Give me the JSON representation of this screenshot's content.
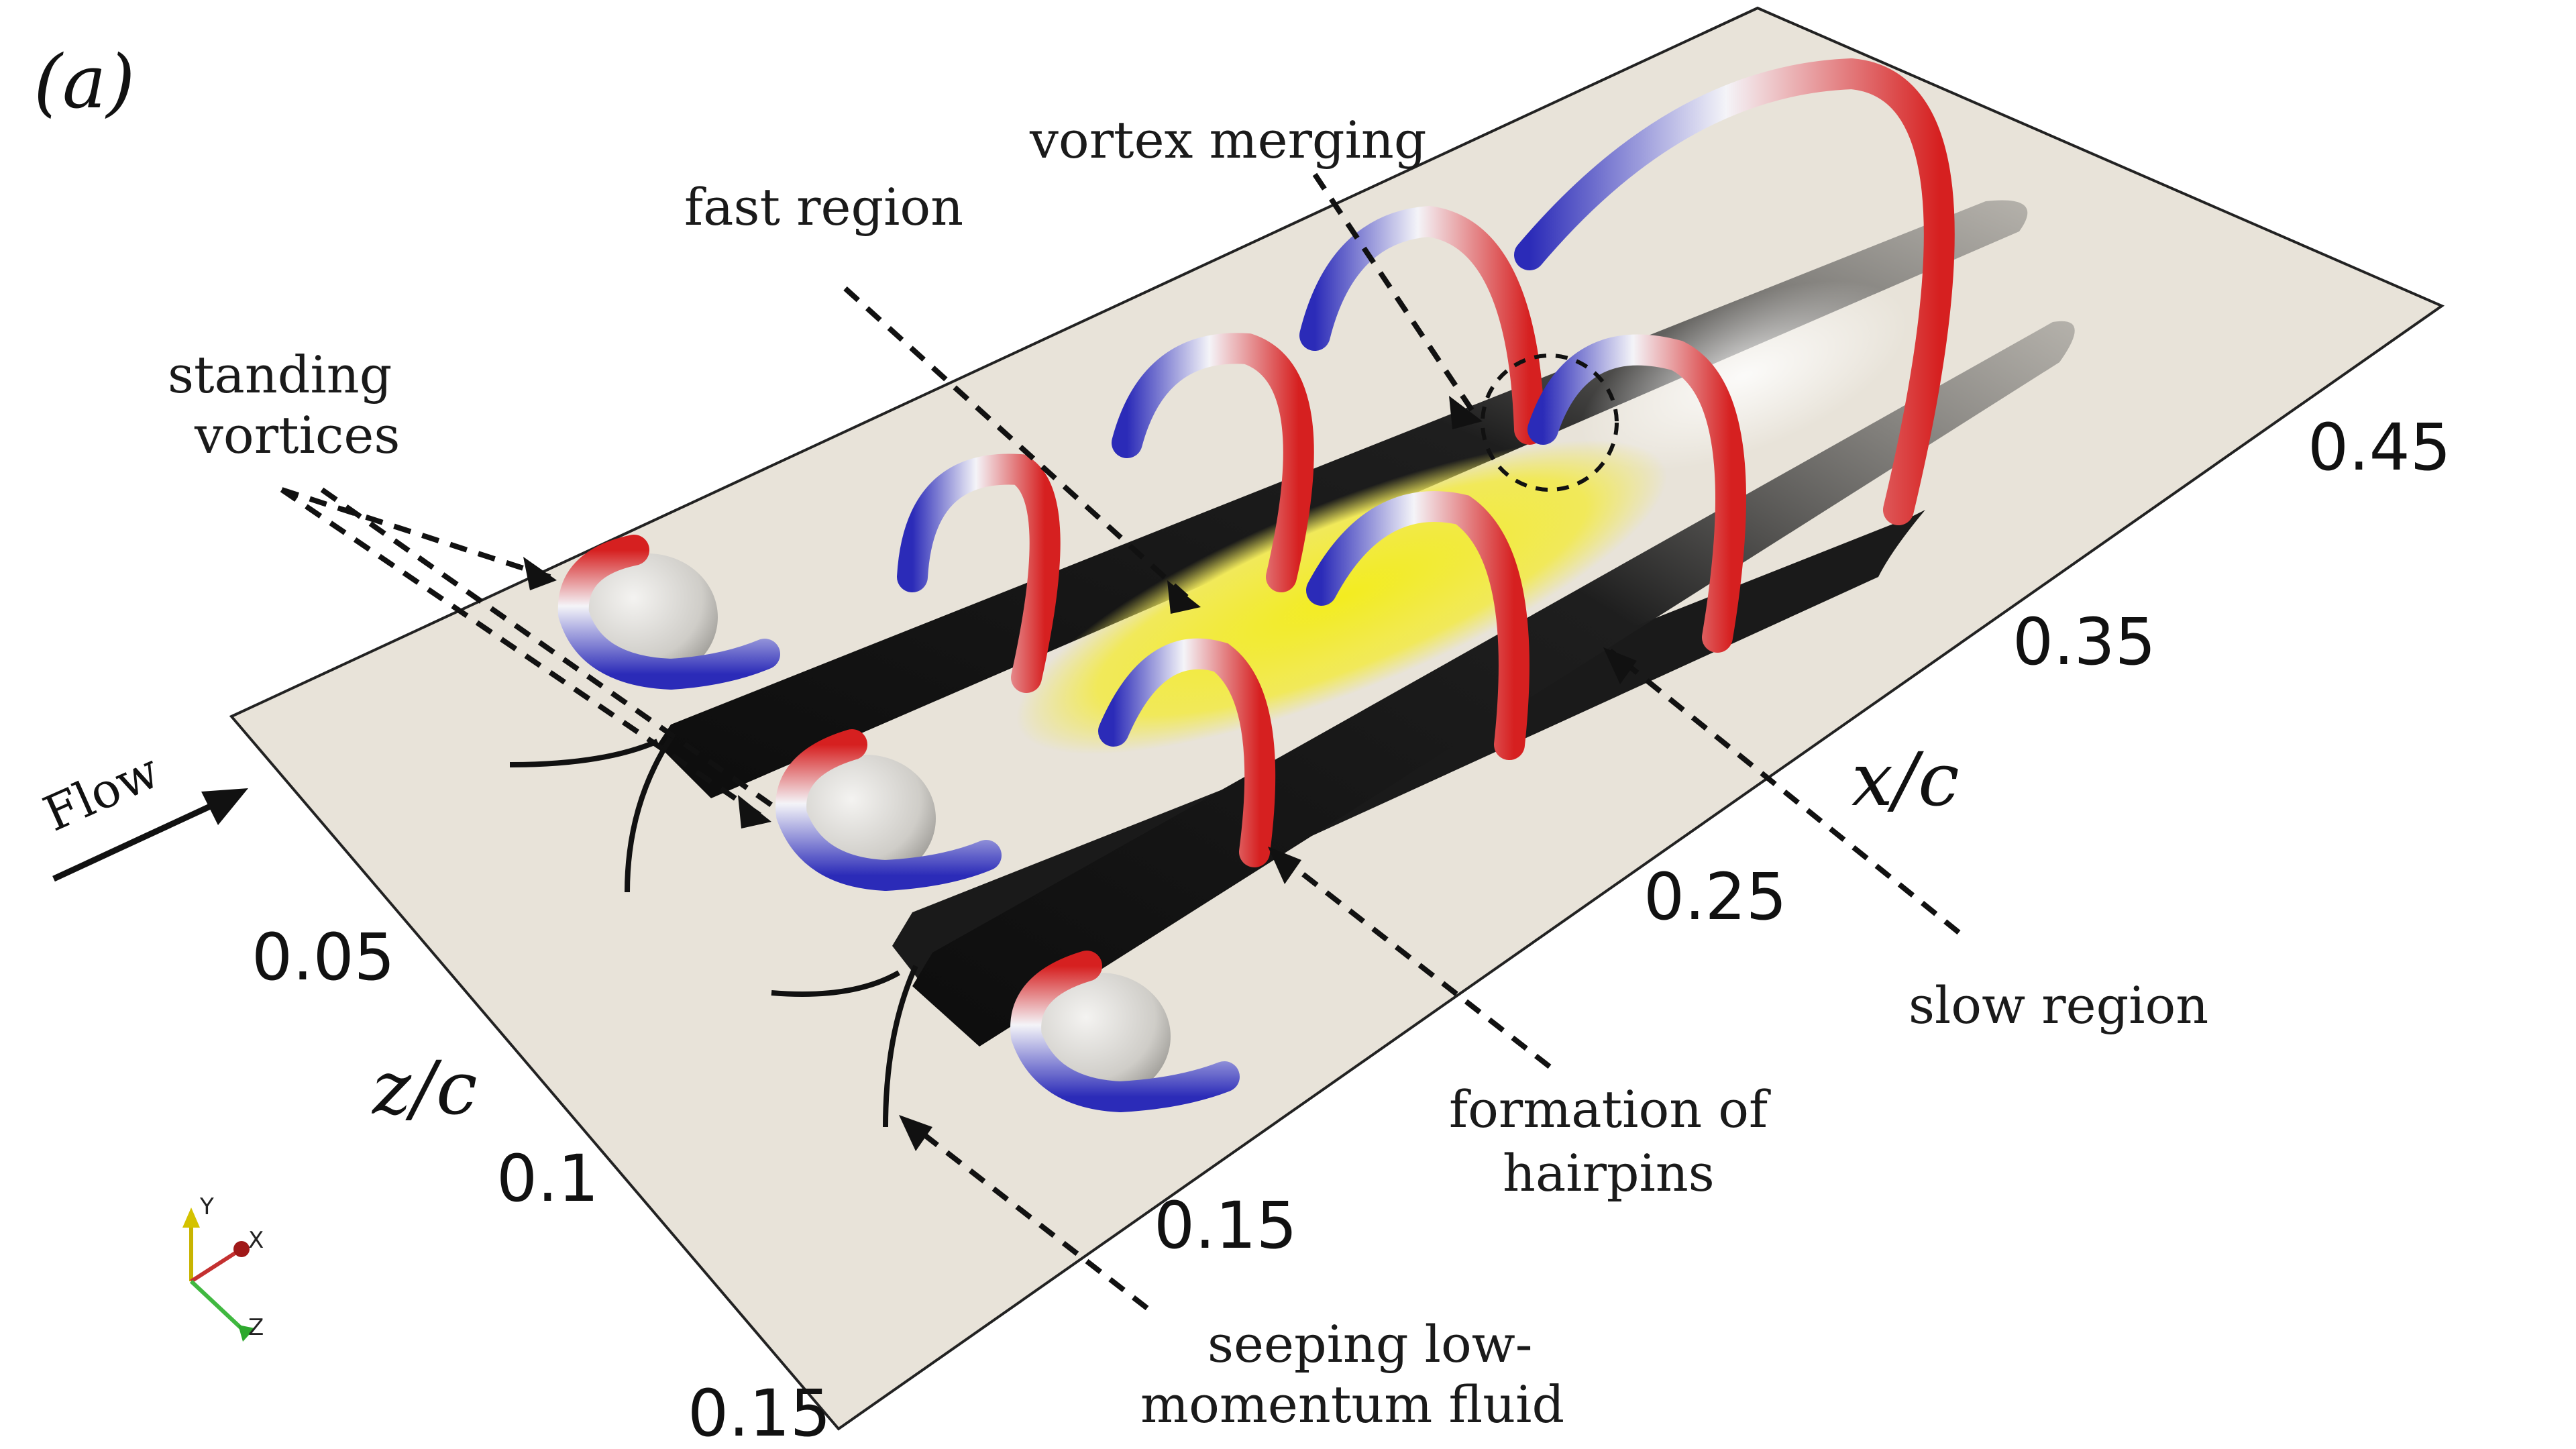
{
  "panel_label": "(a)",
  "flow_label": "Flow",
  "annotations": {
    "standing_vortices_1": "standing",
    "standing_vortices_2": "vortices",
    "fast_region": "fast region",
    "vortex_merging": "vortex merging",
    "slow_region": "slow region",
    "formation_1": "formation of",
    "formation_2": "hairpins",
    "seeping_1": "seeping  low-",
    "seeping_2": "momentum fluid"
  },
  "axes": {
    "x_label": "x/c",
    "z_label": "z/c",
    "x_ticks": [
      "0.15",
      "0.25",
      "0.35",
      "0.45"
    ],
    "z_ticks": [
      "0.05",
      "0.1",
      "0.15"
    ]
  },
  "triad": {
    "y": "Y",
    "x": "X",
    "z": "Z"
  },
  "colors": {
    "plane": "#e8e3d9",
    "vortex_cold": "#2b2bb8",
    "vortex_hot": "#d62020",
    "fast_region": "#f3ec3a",
    "streak": "#111111",
    "bump": "#d9d7d3"
  }
}
